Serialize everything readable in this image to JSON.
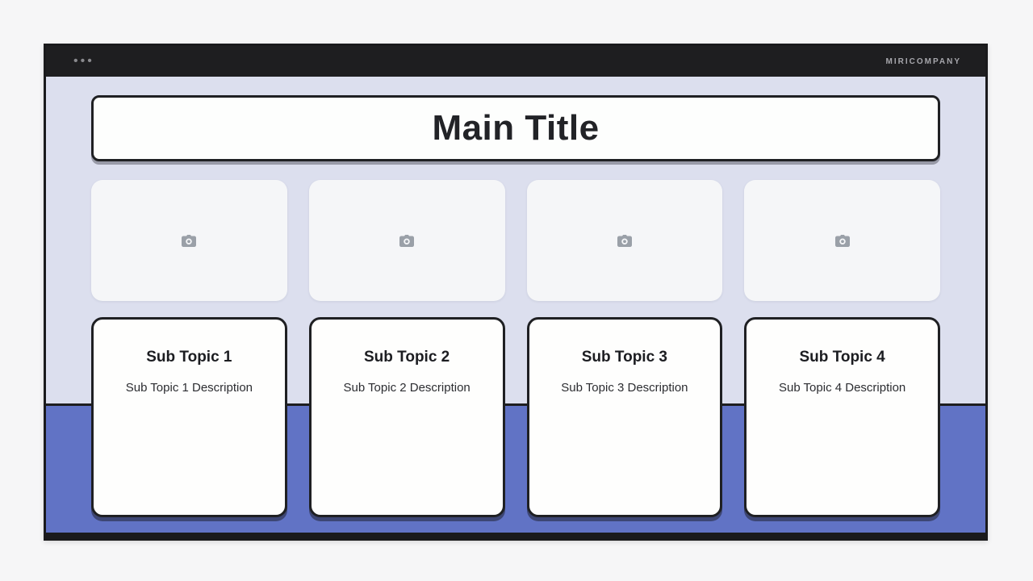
{
  "window": {
    "menu_dots": "•••",
    "brand": "MIRICOMPANY"
  },
  "slide": {
    "main_title": "Main Title"
  },
  "image_placeholders": [
    {
      "icon": "camera-icon"
    },
    {
      "icon": "camera-icon"
    },
    {
      "icon": "camera-icon"
    },
    {
      "icon": "camera-icon"
    }
  ],
  "topics": [
    {
      "title": "Sub Topic 1",
      "description": "Sub Topic 1 Description"
    },
    {
      "title": "Sub Topic 2",
      "description": "Sub Topic 2 Description"
    },
    {
      "title": "Sub Topic 3",
      "description": "Sub Topic 3 Description"
    },
    {
      "title": "Sub Topic 4",
      "description": "Sub Topic 4 Description"
    }
  ],
  "colors": {
    "titlebar": "#1e1e20",
    "canvas_upper": "#dcdfee",
    "canvas_lower": "#6173c5",
    "card_border": "#1f2023",
    "card_bg": "#fefefd"
  }
}
